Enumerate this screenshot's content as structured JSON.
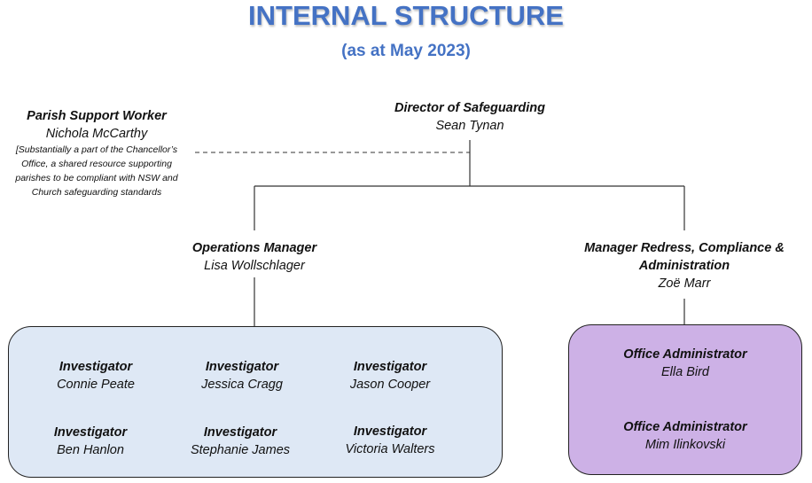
{
  "title": "INTERNAL STRUCTURE",
  "subtitle": "(as at May 2023)",
  "parish_support": {
    "role": "Parish Support Worker",
    "name": "Nichola McCarthy",
    "note_lines": [
      "[Substantially a part of the Chancellor’s",
      "Office, a shared resource supporting",
      "parishes to be compliant with NSW and",
      "Church safeguarding standards"
    ]
  },
  "director": {
    "role": "Director of Safeguarding",
    "name": "Sean Tynan"
  },
  "operations_manager": {
    "role": "Operations Manager",
    "name": "Lisa Wollschlager"
  },
  "redress_manager": {
    "role_line1": "Manager Redress, Compliance &",
    "role_line2": "Administration",
    "name": "Zoë Marr"
  },
  "investigators": [
    {
      "role": "Investigator",
      "name": "Connie Peate"
    },
    {
      "role": "Investigator",
      "name": "Jessica Cragg"
    },
    {
      "role": "Investigator",
      "name": "Jason Cooper"
    },
    {
      "role": "Investigator",
      "name": "Ben Hanlon"
    },
    {
      "role": "Investigator",
      "name": "Stephanie James"
    },
    {
      "role": "Investigator",
      "name": "Victoria Walters"
    }
  ],
  "office_admins": [
    {
      "role": "Office Administrator",
      "name": "Ella Bird"
    },
    {
      "role": "Office Administrator",
      "name": "Mim Ilinkovski"
    }
  ],
  "colors": {
    "title": "#4472C4",
    "investigators_box": "#DEE8F5",
    "admin_box": "#CDB1E6"
  }
}
